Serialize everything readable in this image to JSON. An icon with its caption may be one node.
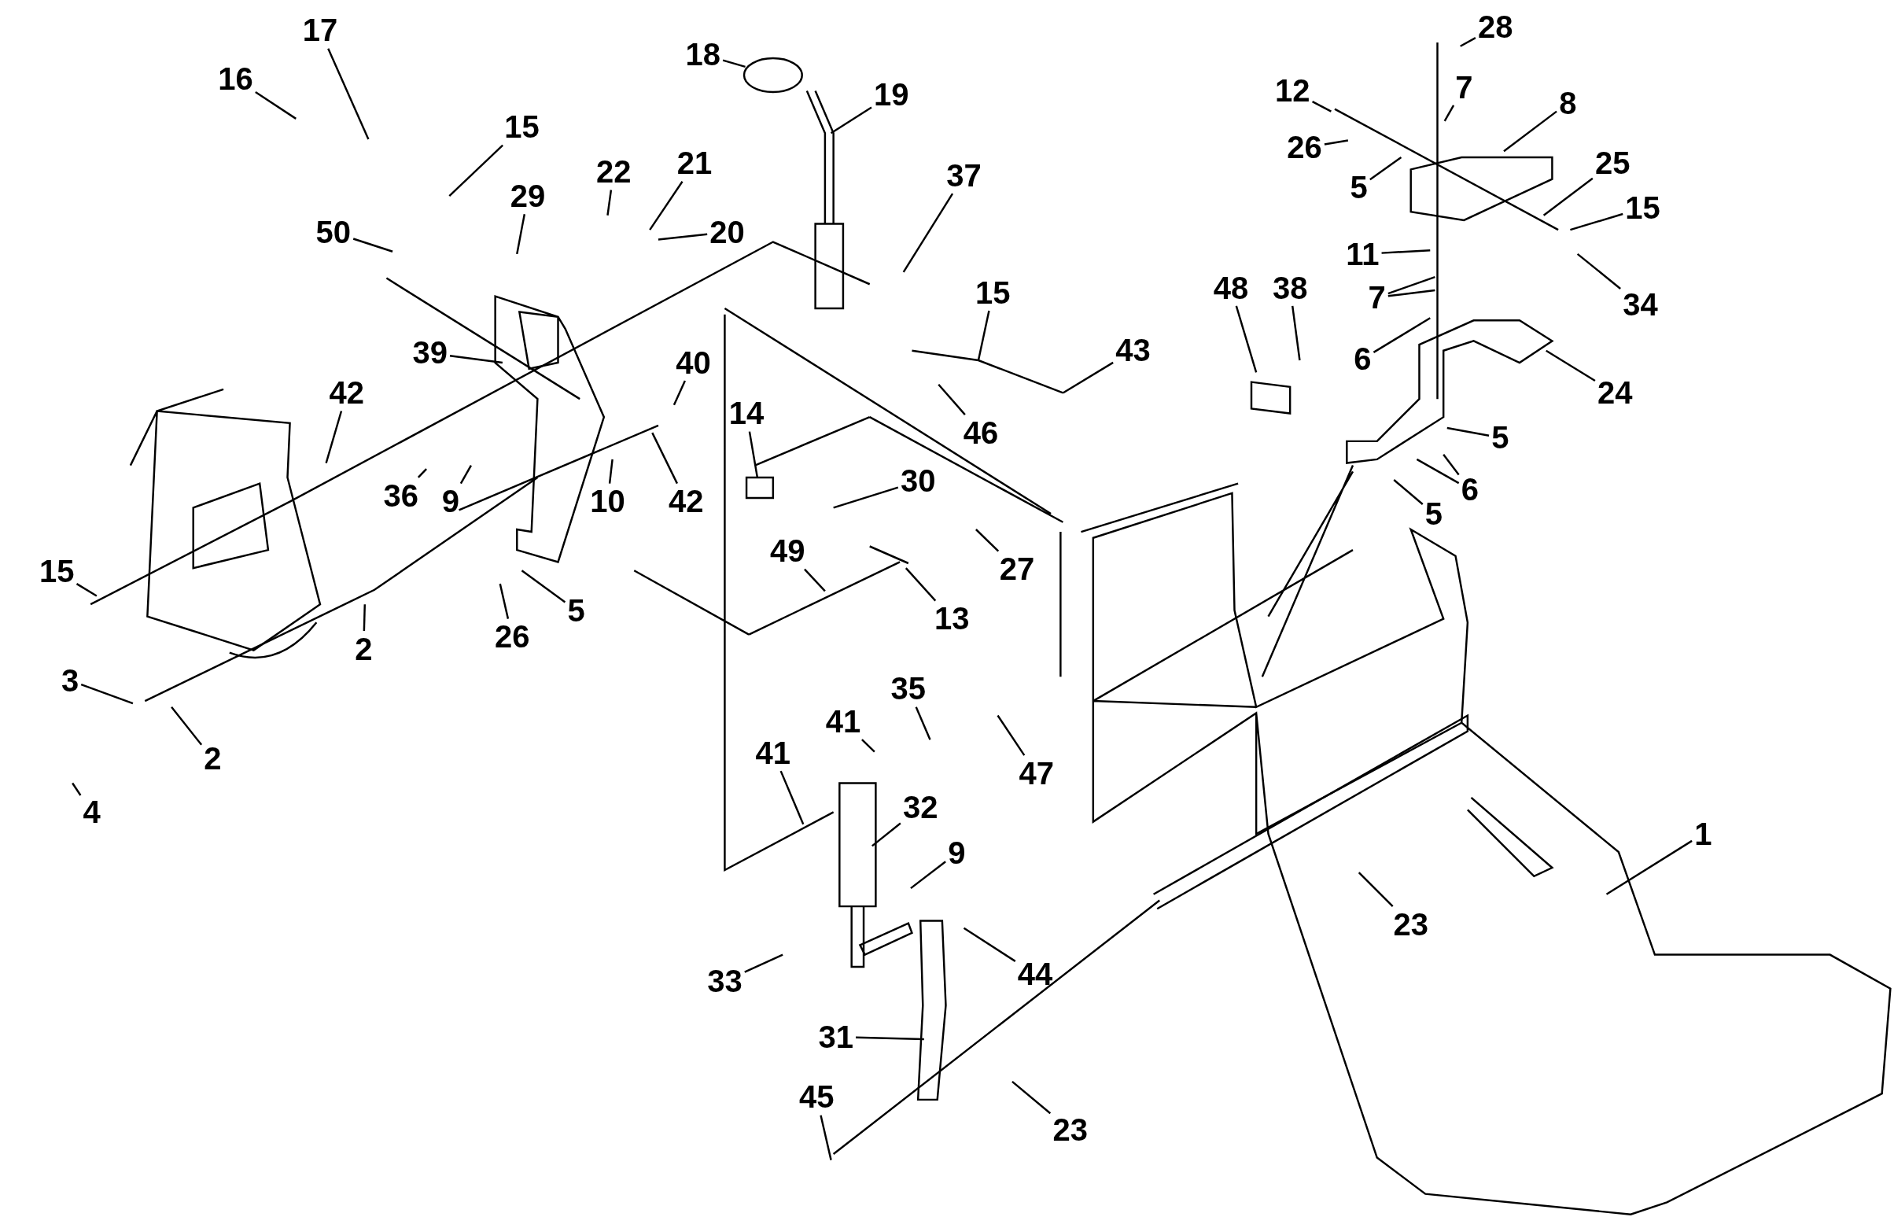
{
  "diagram": {
    "nodes": [
      {
        "text": [
          "17"
        ]
      },
      {
        "text": [
          "16"
        ]
      },
      {
        "text": [
          "15"
        ]
      },
      {
        "text": [
          "18"
        ]
      },
      {
        "text": [
          "19"
        ]
      },
      {
        "text": [
          "28"
        ]
      },
      {
        "text": [
          "12"
        ]
      },
      {
        "text": [
          "7"
        ]
      },
      {
        "text": [
          "8"
        ]
      },
      {
        "text": [
          "26"
        ]
      },
      {
        "text": [
          "5"
        ]
      },
      {
        "text": [
          "25"
        ]
      },
      {
        "text": [
          "15"
        ]
      },
      {
        "text": [
          "22"
        ]
      },
      {
        "text": [
          "21"
        ]
      },
      {
        "text": [
          "20"
        ]
      },
      {
        "text": [
          "37"
        ]
      },
      {
        "text": [
          "29"
        ]
      },
      {
        "text": [
          "50"
        ]
      },
      {
        "text": [
          "11"
        ]
      },
      {
        "text": [
          "7"
        ]
      },
      {
        "text": [
          "34"
        ]
      },
      {
        "text": [
          "48"
        ]
      },
      {
        "text": [
          "38"
        ]
      },
      {
        "text": [
          "6"
        ]
      },
      {
        "text": [
          "24"
        ]
      },
      {
        "text": [
          "15"
        ]
      },
      {
        "text": [
          "43"
        ]
      },
      {
        "text": [
          "39"
        ]
      },
      {
        "text": [
          "42"
        ]
      },
      {
        "text": [
          "40"
        ]
      },
      {
        "text": [
          "46"
        ]
      },
      {
        "text": [
          "14"
        ]
      },
      {
        "text": [
          "5"
        ]
      },
      {
        "text": [
          "6"
        ]
      },
      {
        "text": [
          "5"
        ]
      },
      {
        "text": [
          "36"
        ]
      },
      {
        "text": [
          "9"
        ]
      },
      {
        "text": [
          "10"
        ]
      },
      {
        "text": [
          "42"
        ]
      },
      {
        "text": [
          "30"
        ]
      },
      {
        "text": [
          "15"
        ]
      },
      {
        "text": [
          "49"
        ]
      },
      {
        "text": [
          "27"
        ]
      },
      {
        "text": [
          "13"
        ]
      },
      {
        "text": [
          "26"
        ]
      },
      {
        "text": [
          "5"
        ]
      },
      {
        "text": [
          "2"
        ]
      },
      {
        "text": [
          "3"
        ]
      },
      {
        "text": [
          "2"
        ]
      },
      {
        "text": [
          "4"
        ]
      },
      {
        "text": [
          "35"
        ]
      },
      {
        "text": [
          "41"
        ]
      },
      {
        "text": [
          "41"
        ]
      },
      {
        "text": [
          "47"
        ]
      },
      {
        "text": [
          "32"
        ]
      },
      {
        "text": [
          "1"
        ]
      },
      {
        "text": [
          "9"
        ]
      },
      {
        "text": [
          "23"
        ]
      },
      {
        "text": [
          "33"
        ]
      },
      {
        "text": [
          "44"
        ]
      },
      {
        "text": [
          "31"
        ]
      },
      {
        "text": [
          "45"
        ]
      },
      {
        "text": [
          "23"
        ]
      }
    ],
    "edges": [
      {
        "from": 0,
        "to": null,
        "arrow": "none"
      },
      {
        "from": 1,
        "to": null,
        "arrow": "none"
      },
      {
        "from": 2,
        "to": null,
        "arrow": "none"
      },
      {
        "from": 3,
        "to": null,
        "arrow": "none"
      },
      {
        "from": 4,
        "to": null,
        "arrow": "none"
      },
      {
        "from": 5,
        "to": null,
        "arrow": "none"
      },
      {
        "from": 6,
        "to": null,
        "arrow": "none"
      },
      {
        "from": 7,
        "to": null,
        "arrow": "none"
      },
      {
        "from": 8,
        "to": null,
        "arrow": "none"
      },
      {
        "from": 9,
        "to": null,
        "arrow": "none"
      },
      {
        "from": 10,
        "to": null,
        "arrow": "none"
      },
      {
        "from": 11,
        "to": null,
        "arrow": "none"
      },
      {
        "from": 12,
        "to": null,
        "arrow": "none"
      },
      {
        "from": 13,
        "to": null,
        "arrow": "none"
      },
      {
        "from": 14,
        "to": null,
        "arrow": "none"
      },
      {
        "from": 15,
        "to": null,
        "arrow": "none"
      },
      {
        "from": 16,
        "to": null,
        "arrow": "none"
      },
      {
        "from": 17,
        "to": null,
        "arrow": "none"
      },
      {
        "from": 18,
        "to": null,
        "arrow": "none"
      },
      {
        "from": 19,
        "to": null,
        "arrow": "none"
      },
      {
        "from": 20,
        "to": null,
        "arrow": "none"
      },
      {
        "from": 20,
        "to": null,
        "arrow": "none"
      },
      {
        "from": 21,
        "to": null,
        "arrow": "none"
      },
      {
        "from": 22,
        "to": null,
        "arrow": "none"
      },
      {
        "from": 23,
        "to": null,
        "arrow": "none"
      },
      {
        "from": 24,
        "to": null,
        "arrow": "none"
      },
      {
        "from": 25,
        "to": null,
        "arrow": "none"
      },
      {
        "from": 26,
        "to": null,
        "arrow": "none"
      },
      {
        "from": 27,
        "to": null,
        "arrow": "none"
      },
      {
        "from": 28,
        "to": null,
        "arrow": "none"
      },
      {
        "from": 29,
        "to": null,
        "arrow": "none"
      },
      {
        "from": 30,
        "to": null,
        "arrow": "none"
      },
      {
        "from": 31,
        "to": null,
        "arrow": "none"
      },
      {
        "from": 32,
        "to": null,
        "arrow": "none"
      },
      {
        "from": 33,
        "to": null,
        "arrow": "none"
      },
      {
        "from": 34,
        "to": null,
        "arrow": "none"
      },
      {
        "from": 34,
        "to": null,
        "arrow": "none"
      },
      {
        "from": 35,
        "to": null,
        "arrow": "none"
      },
      {
        "from": 36,
        "to": null,
        "arrow": "none"
      },
      {
        "from": 37,
        "to": null,
        "arrow": "none"
      },
      {
        "from": 38,
        "to": null,
        "arrow": "none"
      },
      {
        "from": 39,
        "to": null,
        "arrow": "none"
      },
      {
        "from": 40,
        "to": null,
        "arrow": "none"
      },
      {
        "from": 41,
        "to": null,
        "arrow": "none"
      },
      {
        "from": 42,
        "to": null,
        "arrow": "none"
      },
      {
        "from": 43,
        "to": null,
        "arrow": "none"
      },
      {
        "from": 44,
        "to": null,
        "arrow": "none"
      },
      {
        "from": 45,
        "to": null,
        "arrow": "none"
      },
      {
        "from": 46,
        "to": null,
        "arrow": "none"
      },
      {
        "from": 47,
        "to": null,
        "arrow": "none"
      },
      {
        "from": 48,
        "to": null,
        "arrow": "none"
      },
      {
        "from": 49,
        "to": null,
        "arrow": "none"
      },
      {
        "from": 50,
        "to": null,
        "arrow": "none"
      },
      {
        "from": 51,
        "to": null,
        "arrow": "none"
      },
      {
        "from": 52,
        "to": null,
        "arrow": "none"
      },
      {
        "from": 53,
        "to": null,
        "arrow": "none"
      },
      {
        "from": 54,
        "to": null,
        "arrow": "none"
      },
      {
        "from": 55,
        "to": null,
        "arrow": "none"
      },
      {
        "from": 56,
        "to": null,
        "arrow": "none"
      },
      {
        "from": 57,
        "to": null,
        "arrow": "none"
      },
      {
        "from": 58,
        "to": null,
        "arrow": "none"
      },
      {
        "from": 59,
        "to": null,
        "arrow": "none"
      },
      {
        "from": 60,
        "to": null,
        "arrow": "none"
      },
      {
        "from": 61,
        "to": null,
        "arrow": "none"
      },
      {
        "from": 62,
        "to": null,
        "arrow": "none"
      },
      {
        "from": 63,
        "to": null,
        "arrow": "none"
      }
    ]
  }
}
